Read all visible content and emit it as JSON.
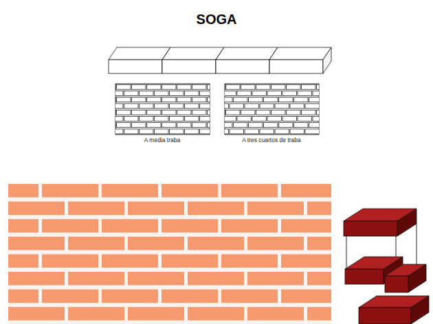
{
  "diagram": {
    "title": "SOGA",
    "labels": [
      "A media traba",
      "A tres cuartos de traba"
    ]
  }
}
